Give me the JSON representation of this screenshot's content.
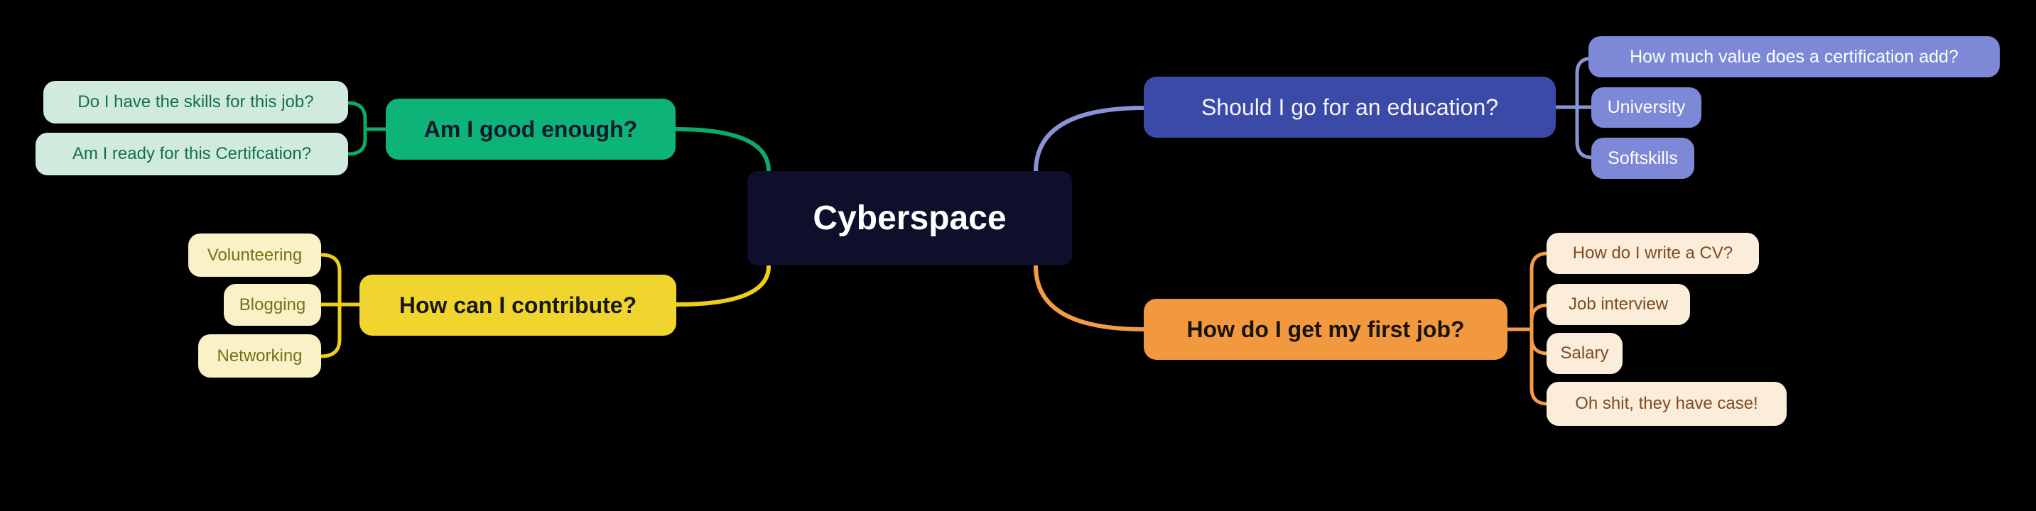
{
  "app": {
    "type": "mindmap"
  },
  "root": {
    "label": "Cyberspace"
  },
  "branches": [
    {
      "label": "Am I good enough?",
      "side": "top-left",
      "accent": "#0cab6a",
      "children": [
        "Do I have the skills for this job?",
        "Am I ready for this Certifcation?"
      ]
    },
    {
      "label": "How can I contribute?",
      "side": "bottom-left",
      "accent": "#eecf17",
      "children": [
        "Volunteering",
        "Blogging",
        "Networking"
      ]
    },
    {
      "label": "Should I go for an education?",
      "side": "top-right",
      "accent": "#8a93d6",
      "children": [
        "How much value does a certification add?",
        "University",
        "Softskills"
      ]
    },
    {
      "label": "How do I get my first job?",
      "side": "bottom-right",
      "accent": "#f39c45",
      "children": [
        "How do I write a CV?",
        "Job interview",
        "Salary",
        "Oh shit, they have case!"
      ]
    }
  ],
  "colors": {
    "canvas-bg": "#000000",
    "root-bg": "#0d0f2b",
    "root-text": "#ffffff",
    "green-accent": "#0cab6a",
    "green-parent-bg": "#0eb377",
    "green-parent-text": "#0f1b2d",
    "green-child-bg": "#d0ebdd",
    "green-child-text": "#137049",
    "yellow-accent": "#eecf17",
    "yellow-parent-bg": "#f1d52f",
    "yellow-parent-text": "#19190b",
    "yellow-child-bg": "#f8f2c6",
    "yellow-child-text": "#757019",
    "indigo-accent": "#8a93d6",
    "indigo-parent-bg": "#3b4aa6",
    "indigo-parent-text": "#f5f6fc",
    "indigo-child-bg": "#7d89d6",
    "indigo-child-text": "#ffffff",
    "orange-accent": "#f39c45",
    "orange-parent-bg": "#f2993f",
    "orange-parent-text": "#1b1308",
    "orange-child-bg": "#fcecda",
    "orange-child-text": "#7d4c22"
  }
}
